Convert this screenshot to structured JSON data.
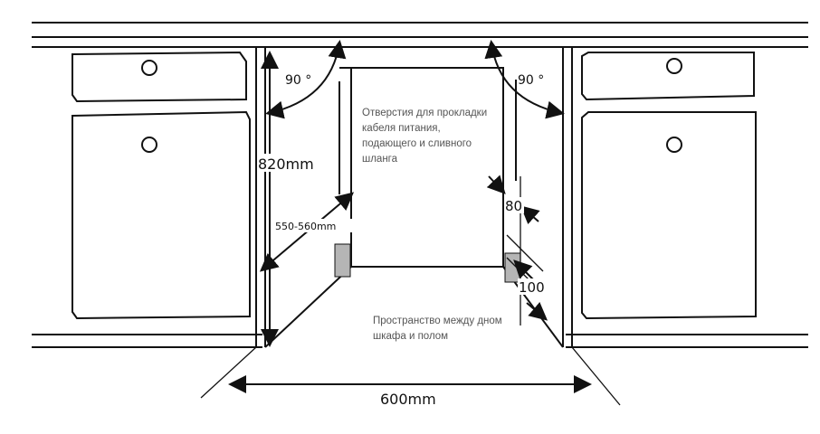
{
  "labels": {
    "height": "820mm",
    "width": "600mm",
    "depth": "550-560mm",
    "angle_left": "90 °",
    "angle_right": "90 °",
    "dim_80": "80",
    "dim_100": "100"
  },
  "notes": {
    "holes": [
      "Отверстия для прокладки",
      "кабеля питания,",
      "подающего и сливного",
      "шланга"
    ],
    "plinth": [
      "Пространство между дном",
      "шкафа и полом"
    ]
  },
  "colors": {
    "line": "#111111",
    "block": "#b5b5b5",
    "note": "#555555"
  }
}
